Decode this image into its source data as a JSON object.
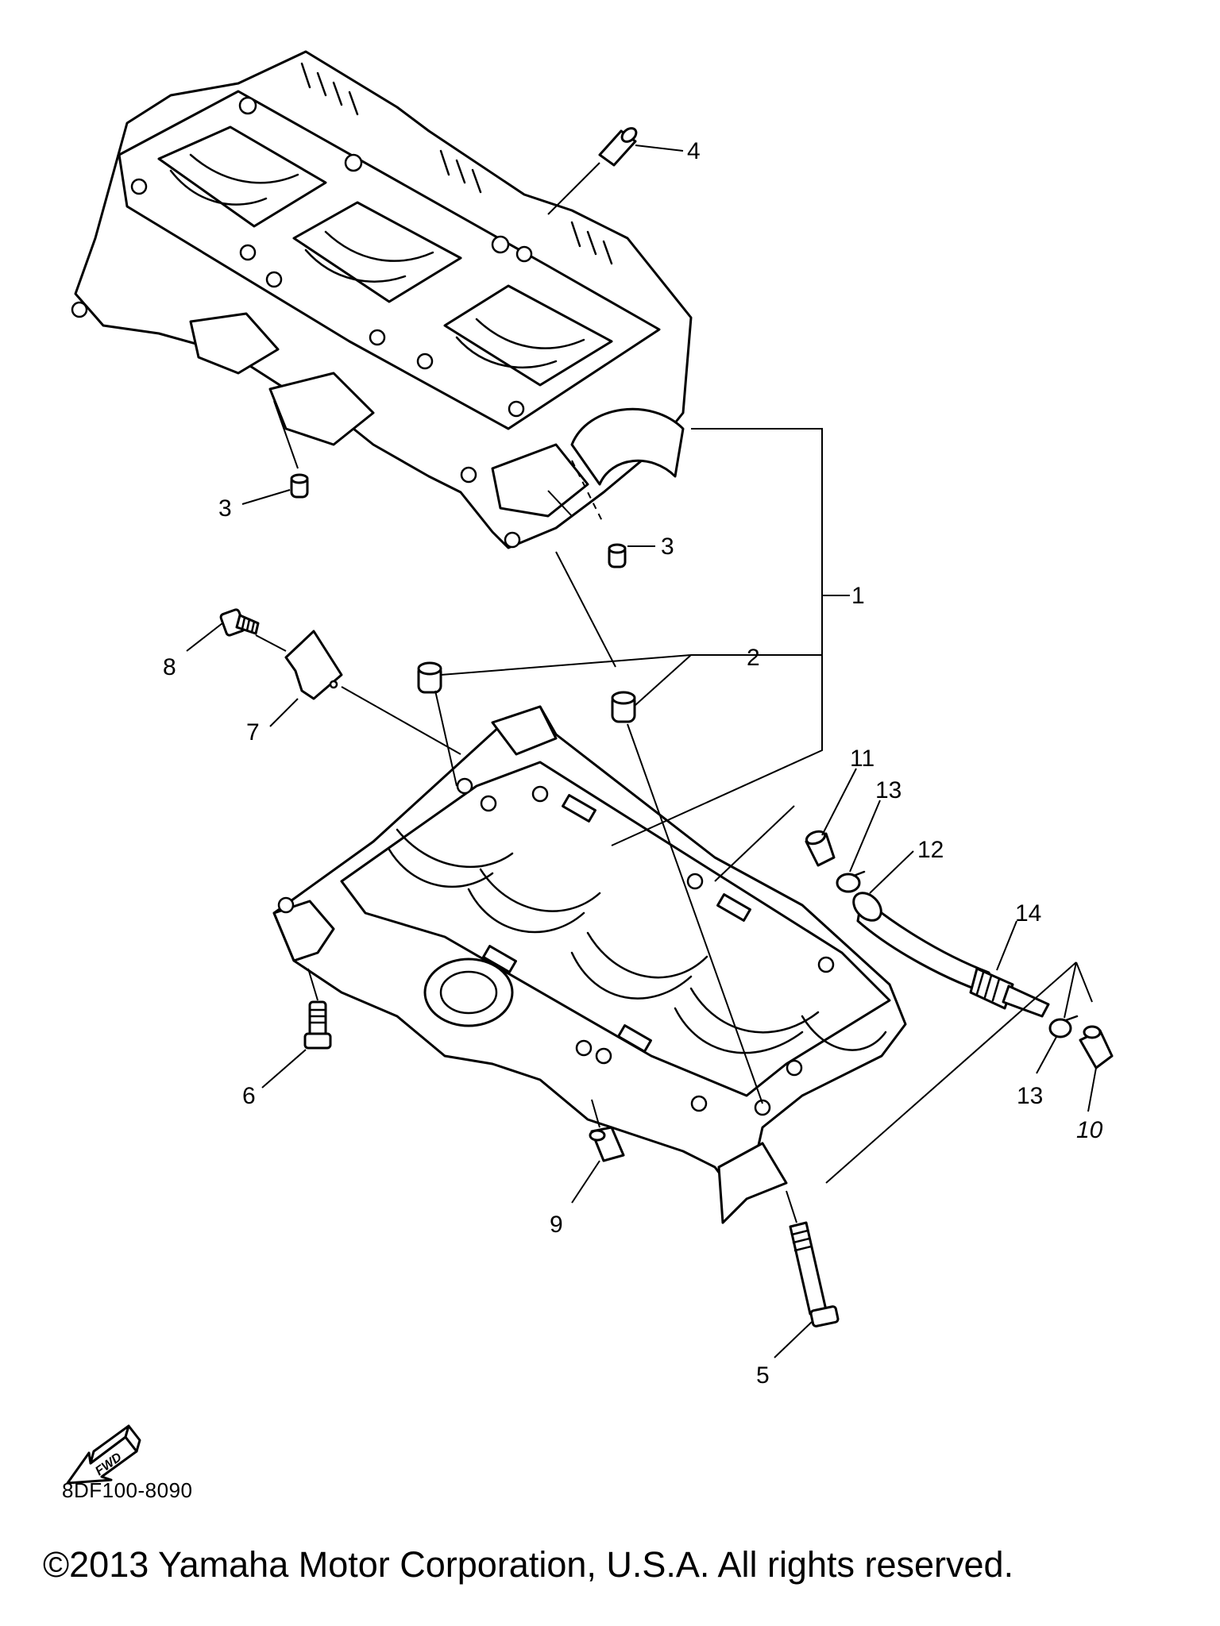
{
  "diagram": {
    "callouts": {
      "c1": "1",
      "c2": "2",
      "c3a": "3",
      "c3b": "3",
      "c4": "4",
      "c5": "5",
      "c6": "6",
      "c7": "7",
      "c8": "8",
      "c9": "9",
      "c10": "10",
      "c11": "11",
      "c12": "12",
      "c13a": "13",
      "c13b": "13",
      "c14": "14"
    },
    "fwd_label": "FWD",
    "code": "8DF100-8090"
  },
  "footer": {
    "copyright": "©2013 Yamaha Motor Corporation, U.S.A. All rights reserved."
  }
}
